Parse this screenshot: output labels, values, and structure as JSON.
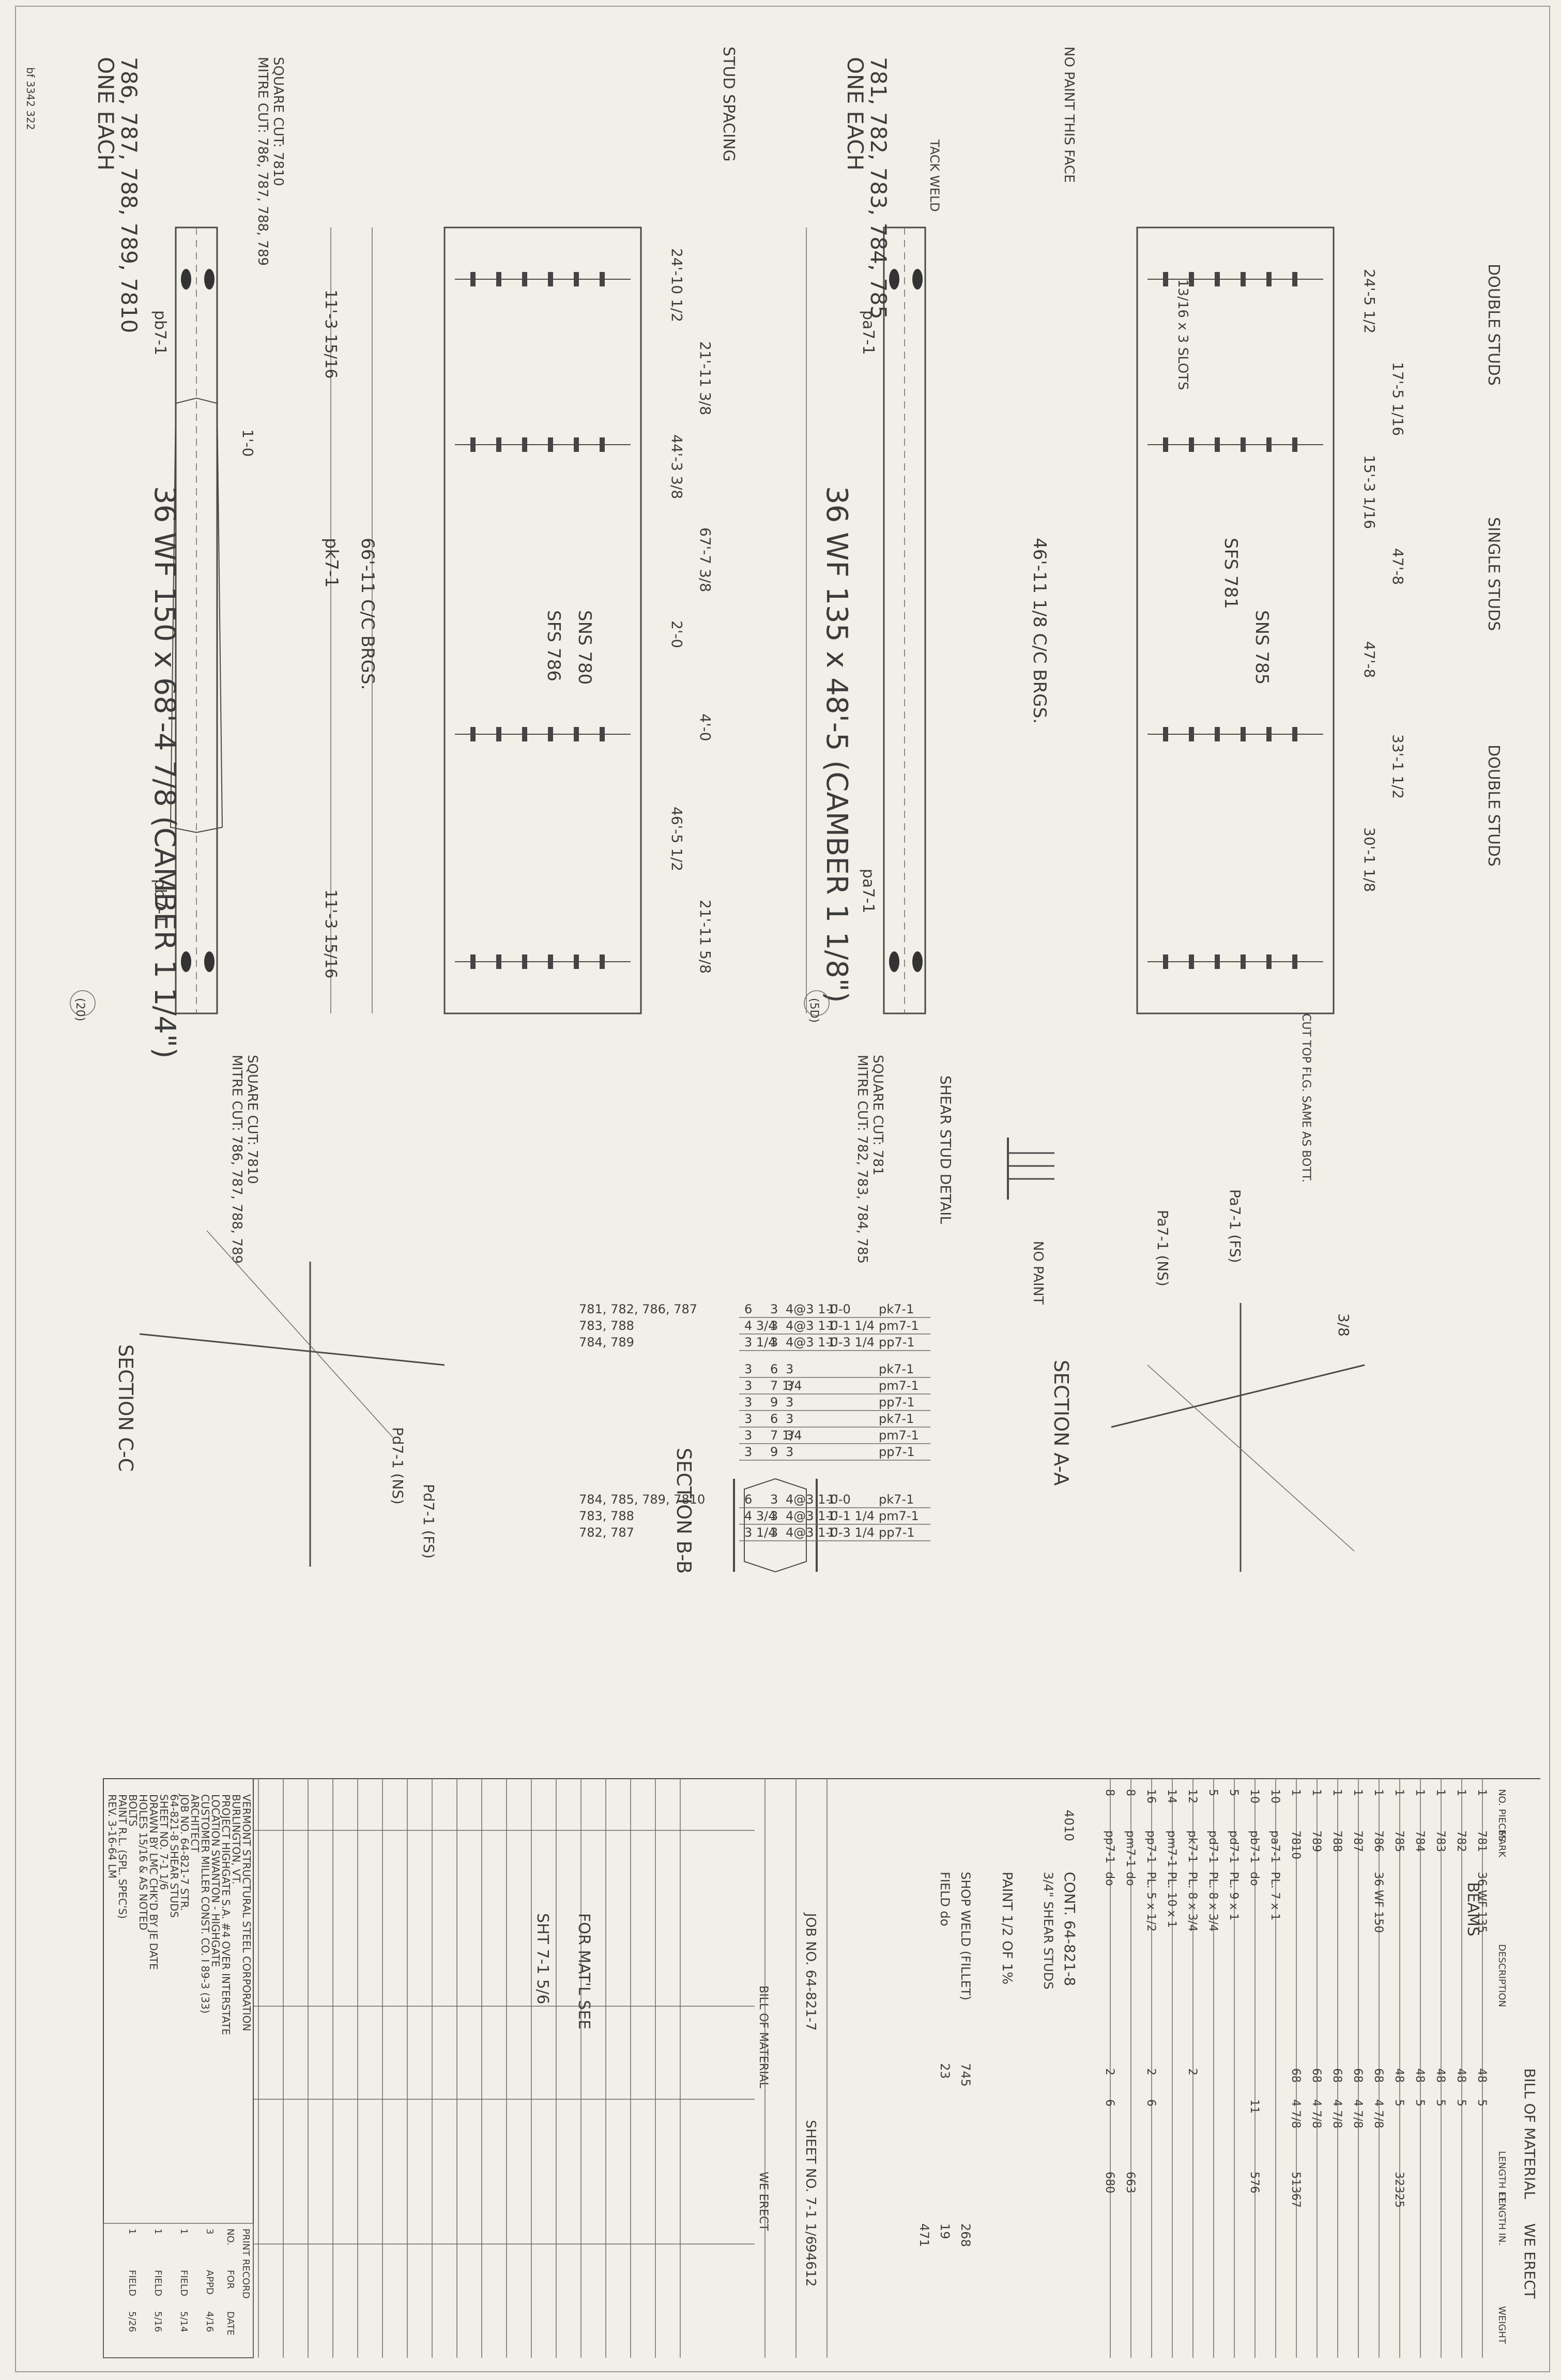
{
  "sheet": {
    "corner_code": "bf 3342 322",
    "company": "VERMONT STRUCTURAL STEEL CORPORATION",
    "company_city": "BURLINGTON, VT.",
    "project_label": "PROJECT",
    "project": "HIGHGATE S.A. #4 OVER INTERSTATE",
    "location_label": "LOCATION",
    "location": "SWANTON - HIGHGATE",
    "customer_label": "CUSTOMER",
    "customer": "MILLER CONST. CO.",
    "customer_ref": "I 89-3 (33)",
    "architect_label": "ARCHITECT",
    "job_label": "JOB NO.",
    "job_no": "64-821-7 STR.",
    "job_no_2": "64-821-8 SHEAR STUDS",
    "sheet_label": "SHEET NO.",
    "sheet_no": "7-1 1/6",
    "drawn_by_label": "DRAWN BY",
    "drawn_by": "LMC",
    "checked_label": "CHK'D BY",
    "checked_by": "JE",
    "date_label": "DATE",
    "holes_label": "HOLES",
    "holes": "15/16 & AS NOTED",
    "bolts_label": "BOLTS",
    "paint_label": "PAINT",
    "paint": "R.L. (SPL. SPEC'S)",
    "revision": "REV. 3-16-64 LM",
    "print_record_label": "PRINT RECORD",
    "print_record_cols": [
      "NO.",
      "FOR",
      "DATE"
    ],
    "print_record_rows": [
      [
        "3",
        "APPD",
        "4/16"
      ],
      [
        "1",
        "FIELD",
        "5/14"
      ],
      [
        "1",
        "FIELD",
        "5/16"
      ],
      [
        "1",
        "FIELD",
        "5/26"
      ]
    ]
  },
  "beam1": {
    "marks": "786, 787, 788, 789, 7810",
    "one_each": "ONE EACH",
    "title": "36 WF 150 x 68'-4 7/8 (CAMBER 1 1/4\")",
    "plate": "pb7-1",
    "plate_mid": "pk7-1",
    "miter_cut": "MITRE CUT: 786, 787, 788, 789",
    "square_cut": "SQUARE CUT: 7810",
    "brgs": "66'-11 C/C BRGS.",
    "section_tag": "(20)",
    "span_1": "11'-3 15/16",
    "span_2": "11'-3 15/16",
    "flange_dim": "1'-0",
    "stud_spacing_label": "STUD SPACING",
    "sfs_label": "SFS 786",
    "sns_label": "SNS 780",
    "length_dims": [
      "24'-10 1/2",
      "21'-11 3/8",
      "44'-3 3/8",
      "67'-7 3/8",
      "2'-0",
      "4'-0",
      "46'-5 1/2",
      "21'-11 5/8"
    ]
  },
  "beam2": {
    "marks": "781, 782, 783, 784, 785",
    "one_each": "ONE EACH",
    "title": "36 WF 135 x 48'-5 (CAMBER 1 1/8\")",
    "plate": "pa7-1",
    "miter_cut": "MITRE CUT: 782, 783, 784, 785",
    "square_cut": "SQUARE CUT: 781",
    "brgs": "46'-11 1/8 C/C BRGS.",
    "section_tag": "(5D)",
    "no_paint": "NO PAINT THIS FACE",
    "tack_weld": "TACK WELD",
    "single_studs": "SINGLE STUDS",
    "double_studs": "DOUBLE STUDS",
    "slots": "13/16 x 3 SLOTS",
    "sfs_label": "SFS 781",
    "sns_label": "SNS 785",
    "length_dims": [
      "24'-5 1/2",
      "17'-5 1/16",
      "15'-3 1/16",
      "47'-8",
      "47'-8",
      "33'-1 1/2",
      "30'-1 1/8"
    ]
  },
  "sections": {
    "section_aa": "SECTION A-A",
    "section_bb": "SECTION B-B",
    "section_cc": "SECTION C-C",
    "shear_stud_detail": "SHEAR STUD DETAIL",
    "no_paint": "NO PAINT",
    "cut_top_flg": "CUT TOP FLG. SAME AS BOTT.",
    "pa_fs": "Pa7-1 (FS)",
    "pa_ns": "Pa7-1 (NS)",
    "pd_fs": "Pd7-1 (FS)",
    "pd_ns": "Pd7-1 (NS)",
    "slope": "3/8",
    "bb_rows": [
      [
        "781, 782, 786, 787",
        "6",
        "3",
        "4@3 1-0",
        "1'-0",
        "pk7-1"
      ],
      [
        "783, 788",
        "4 3/4",
        "3",
        "4@3 1-0",
        "1'-1 1/4",
        "pm7-1"
      ],
      [
        "784, 789",
        "3 1/4",
        "3",
        "4@3 1-0",
        "1'-3 1/4",
        "pp7-1"
      ],
      [
        "",
        "3",
        "6",
        "3",
        "",
        "pk7-1"
      ],
      [
        "",
        "3",
        "7 1/4",
        "3",
        "",
        "pm7-1"
      ],
      [
        "",
        "3",
        "9",
        "3",
        "",
        "pp7-1"
      ],
      [
        "",
        "3",
        "6",
        "3",
        "",
        "pk7-1"
      ],
      [
        "",
        "3",
        "7 1/4",
        "3",
        "",
        "pm7-1"
      ],
      [
        "",
        "3",
        "9",
        "3",
        "",
        "pp7-1"
      ],
      [
        "784, 785, 789, 7810",
        "6",
        "3",
        "4@3 1-0",
        "1'-0",
        "pk7-1"
      ],
      [
        "783, 788",
        "4 3/4",
        "3",
        "4@3 1-0",
        "1'-1 1/4",
        "pm7-1"
      ],
      [
        "782, 787",
        "3 1/4",
        "3",
        "4@3 1-0",
        "1'-3 1/4",
        "pp7-1"
      ]
    ]
  },
  "bom": {
    "title": "BILL OF MATERIAL",
    "we_erect": "WE ERECT",
    "headers": [
      "NO. PIECES",
      "MARK",
      "DESCRIPTION",
      "LENGTH FT.",
      "LENGTH IN.",
      "WEIGHT"
    ],
    "beams_heading": "BEAMS",
    "rows": [
      [
        "1",
        "781",
        "36 WF 135",
        "48",
        "5",
        ""
      ],
      [
        "1",
        "782",
        "",
        "48",
        "5",
        ""
      ],
      [
        "1",
        "783",
        "",
        "48",
        "5",
        ""
      ],
      [
        "1",
        "784",
        "",
        "48",
        "5",
        ""
      ],
      [
        "1",
        "785",
        "",
        "48",
        "5",
        "32325"
      ],
      [
        "1",
        "786",
        "36 WF 150",
        "68",
        "4 7/8",
        ""
      ],
      [
        "1",
        "787",
        "",
        "68",
        "4 7/8",
        ""
      ],
      [
        "1",
        "788",
        "",
        "68",
        "4 7/8",
        ""
      ],
      [
        "1",
        "789",
        "",
        "68",
        "4 7/8",
        ""
      ],
      [
        "1",
        "7810",
        "",
        "68",
        "4 7/8",
        "51367"
      ],
      [
        "10",
        "pa7-1",
        "PL. 7 x 1",
        "",
        "",
        ""
      ],
      [
        "10",
        "pb7-1",
        "do",
        "",
        "11",
        "576"
      ],
      [
        "5",
        "pd7-1",
        "PL. 9 x 1",
        "",
        "",
        ""
      ],
      [
        "5",
        "pd7-1",
        "PL. 8 x 3/4",
        "",
        "",
        ""
      ],
      [
        "12",
        "pk7-1",
        "PL. 8 x 3/4",
        "2",
        "",
        ""
      ],
      [
        "14",
        "pm7-1",
        "PL. 10 x 1",
        "",
        "",
        ""
      ],
      [
        "16",
        "pp7-1",
        "PL. 5 x 1/2",
        "2",
        "6",
        ""
      ],
      [
        "8",
        "pm7-1",
        "do",
        "",
        "",
        "663"
      ],
      [
        "8",
        "pp7-1",
        "do",
        "2",
        "6",
        "680"
      ]
    ],
    "cont": "CONT. 64-821-8",
    "shear_studs": "3/4\" SHEAR STUDS",
    "stud_count": "4010",
    "paint_note": "PAINT 1/2 OF 1%",
    "shop_weld": "SHOP WELD (FILLET)",
    "field_weld": "FIELD do",
    "weld_qty_1": "745",
    "weld_qty_2": "23",
    "totals": [
      "268",
      "19",
      "471"
    ],
    "grand_total": "94612",
    "job_no": "JOB NO. 64-821-7",
    "sheet_no": "SHEET NO. 7-1 1/6",
    "field_note": "FOR MAT'L SEE",
    "field_note_2": "SHT 7-1 5/6",
    "field_bom_title": "BILL OF MATERIAL",
    "field_we_erect": "WE ERECT"
  }
}
